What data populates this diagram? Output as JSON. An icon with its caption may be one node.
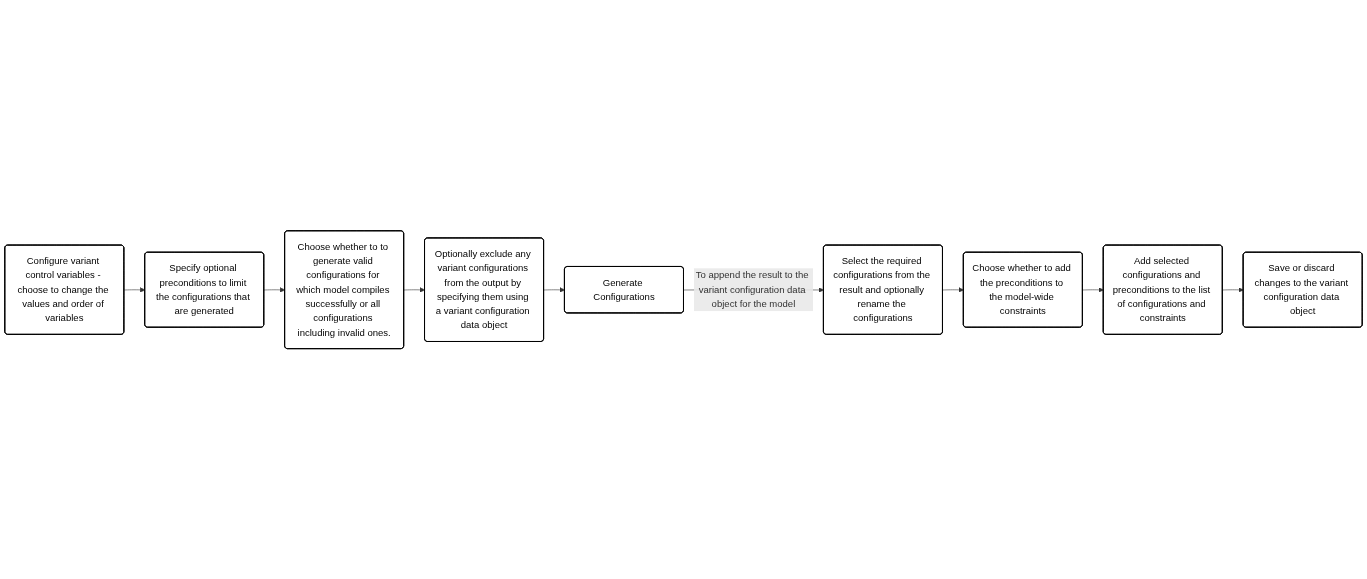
{
  "diagram": {
    "nodes": [
      {
        "text": [
          "Configure variant control variables - choose to change the values and order of variables"
        ]
      },
      {
        "text": [
          "Specify optional preconditions to limit the configurations that are generated"
        ]
      },
      {
        "text": [
          "Choose whether to to generate valid configurations for which model compiles successfully or all configurations including invalid ones."
        ]
      },
      {
        "text": [
          "Optionally exclude any variant configurations from the output by specifying them using a variant configuration data object"
        ]
      },
      {
        "text": [
          "Generate Configurations"
        ]
      },
      {
        "text": [
          "Select the required configurations from the result and optionally rename the configurations"
        ]
      },
      {
        "text": [
          "Choose whether to add the preconditions to the model-wide constraints"
        ]
      },
      {
        "text": [
          "Add selected configurations and preconditions to the list of configurations and constraints"
        ]
      },
      {
        "text": [
          "Save or discard changes to the variant configuration data object"
        ]
      }
    ],
    "edges": [
      {
        "from": 0,
        "to": 1,
        "arrow": "to"
      },
      {
        "from": 1,
        "to": 2,
        "arrow": "to"
      },
      {
        "from": 2,
        "to": 3,
        "arrow": "to"
      },
      {
        "from": 3,
        "to": 4,
        "arrow": "to"
      },
      {
        "from": 4,
        "to": 5,
        "arrow": "to",
        "label": "To append the result to the variant configuration data object for the model"
      },
      {
        "from": 5,
        "to": 6,
        "arrow": "to"
      },
      {
        "from": 6,
        "to": 7,
        "arrow": "to"
      },
      {
        "from": 7,
        "to": 8,
        "arrow": "to"
      }
    ]
  }
}
